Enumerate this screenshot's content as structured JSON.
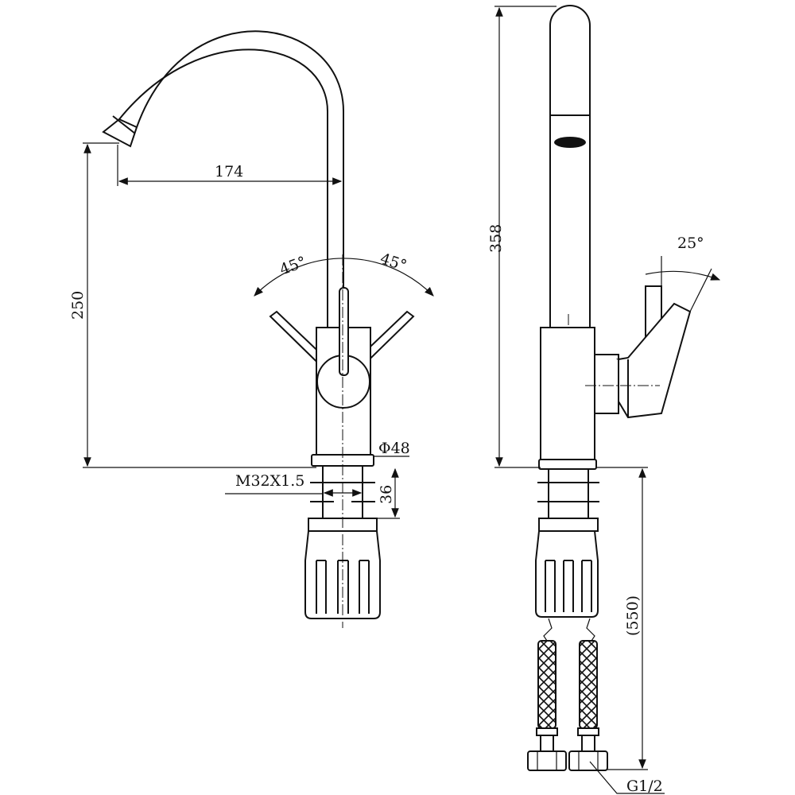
{
  "title": "Kitchen faucet technical drawing",
  "front_view": {
    "spout_reach": "174",
    "spout_height": "250",
    "handle_angle_left": "45°",
    "handle_angle_right": "45°",
    "base_diameter": "Φ48",
    "thread": "M32X1.5",
    "shank_length": "36"
  },
  "side_view": {
    "total_height": "358",
    "handle_tilt": "25°",
    "hose_length": "(550)",
    "hose_connector": "G1/2"
  },
  "colors": {
    "line": "#111111",
    "background": "#ffffff"
  }
}
